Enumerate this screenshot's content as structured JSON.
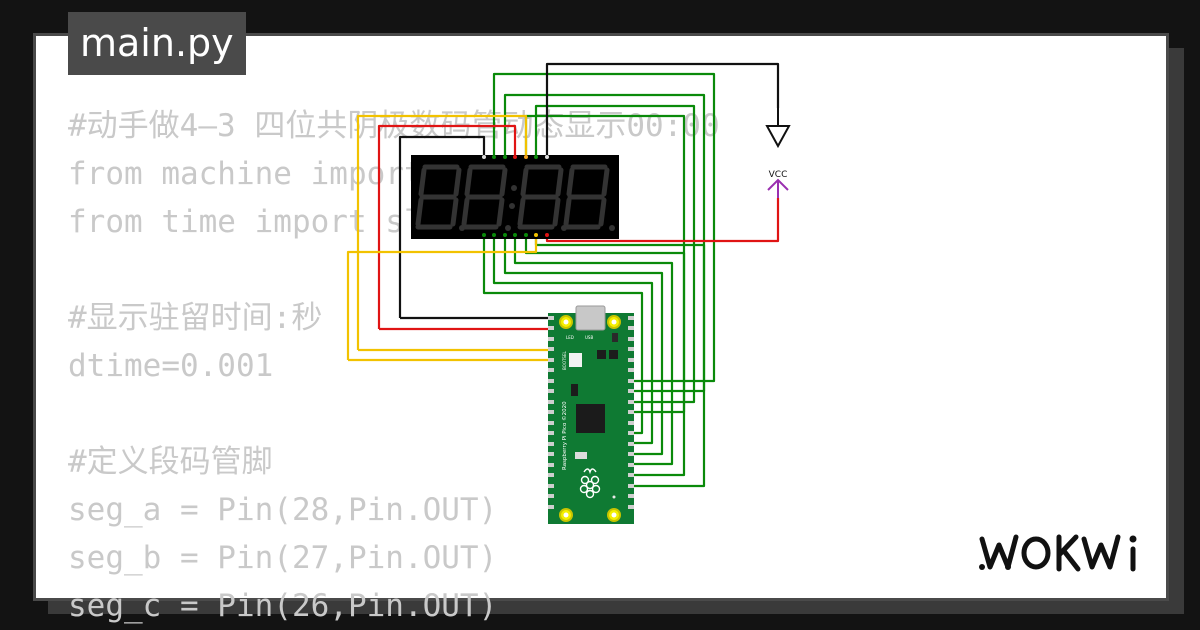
{
  "file_tab": {
    "label": "main.py"
  },
  "code": {
    "lines": [
      "#动手做4—3 四位共阴极数码管动态显示00:00",
      "from machine import Pin",
      "from time import sleep",
      "",
      "#显示驻留时间:秒",
      "dtime=0.001",
      "",
      "#定义段码管脚",
      "seg_a = Pin(28,Pin.OUT)",
      "seg_b = Pin(27,Pin.OUT)",
      "seg_c = Pin(26,Pin.OUT)"
    ]
  },
  "circuit": {
    "vcc_label": "VCC",
    "display_digits": "8.8.:8.8.",
    "board_silkscreen": "Raspberry Pi Pico ©2020",
    "led_label": "LED",
    "usb_label": "USB",
    "bootsel_label": "BOOTSEL",
    "wire_colors": {
      "green": "#0a8a0a",
      "red": "#e01414",
      "yellow": "#f2c200",
      "orange": "#f0a020",
      "black": "#111111",
      "purple": "#9a2fb0"
    }
  },
  "brand": {
    "logo_text": "WOKWi"
  }
}
